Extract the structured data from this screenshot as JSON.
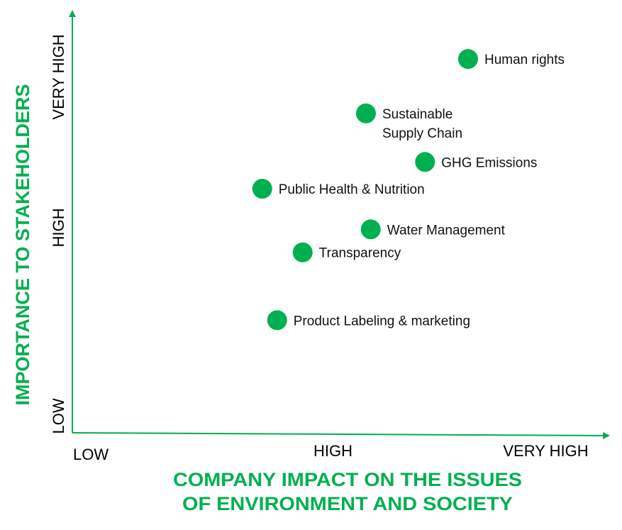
{
  "chart_data": {
    "type": "scatter",
    "title": "",
    "xlabel_lines": [
      "COMPANY IMPACT ON THE ISSUES",
      "OF ENVIRONMENT AND SOCIETY"
    ],
    "ylabel": "IMPORTANCE TO STAKEHOLDERS",
    "xlim": [
      0,
      100
    ],
    "ylim": [
      0,
      100
    ],
    "grid": false,
    "x_ticks": [
      {
        "label": "LOW",
        "value": 3
      },
      {
        "label": "HIGH",
        "value": 49
      },
      {
        "label": "VERY HIGH",
        "value": 89
      }
    ],
    "y_ticks": [
      {
        "label": "LOW",
        "value": 4
      },
      {
        "label": "HIGH",
        "value": 49
      },
      {
        "label": "VERY HIGH",
        "value": 85
      }
    ],
    "points": [
      {
        "label_lines": [
          "Human rights"
        ],
        "x": 74.4,
        "y": 89.3
      },
      {
        "label_lines": [
          "Sustainable",
          "Supply Chain"
        ],
        "x": 55.2,
        "y": 76.3
      },
      {
        "label_lines": [
          "GHG Emissions"
        ],
        "x": 66.3,
        "y": 64.7
      },
      {
        "label_lines": [
          "Public Health & Nutrition"
        ],
        "x": 35.7,
        "y": 58.3
      },
      {
        "label_lines": [
          "Water Management"
        ],
        "x": 56.1,
        "y": 48.6
      },
      {
        "label_lines": [
          "Transparency"
        ],
        "x": 43.3,
        "y": 43.1
      },
      {
        "label_lines": [
          "Product Labeling & marketing"
        ],
        "x": 38.5,
        "y": 26.9
      }
    ],
    "colors": {
      "accent": "#00b050",
      "text": "#000000"
    }
  }
}
